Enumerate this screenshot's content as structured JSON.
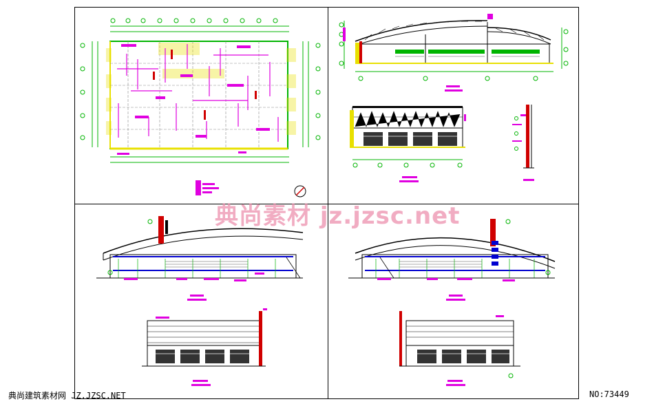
{
  "watermark": {
    "text": "典尚素材  jz.jzsc.net"
  },
  "footer": {
    "left_text": "典尚建筑素材网 JZ.JZSC.NET",
    "right_text": "NO:73449"
  },
  "colors": {
    "line": "#000000",
    "cad_green": "#00b400",
    "cad_magenta": "#e000e0",
    "cad_yellow": "#e8e000",
    "cad_red": "#d00000",
    "cad_blue": "#0000d0"
  }
}
